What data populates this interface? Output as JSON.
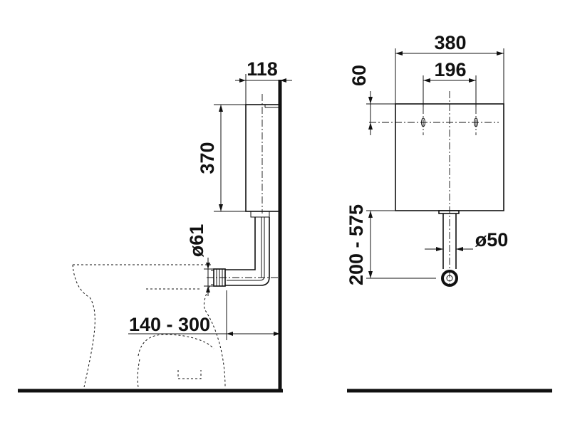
{
  "dimensions": {
    "side_depth": "118",
    "side_height": "370",
    "side_diameter": "ø61",
    "side_offset": "140 - 300",
    "front_width": "380",
    "front_hole_spacing": "196",
    "front_top_offset": "60",
    "front_height": "200 - 575",
    "front_diameter": "ø50"
  },
  "colors": {
    "ink": "#111111",
    "background": "#ffffff"
  }
}
